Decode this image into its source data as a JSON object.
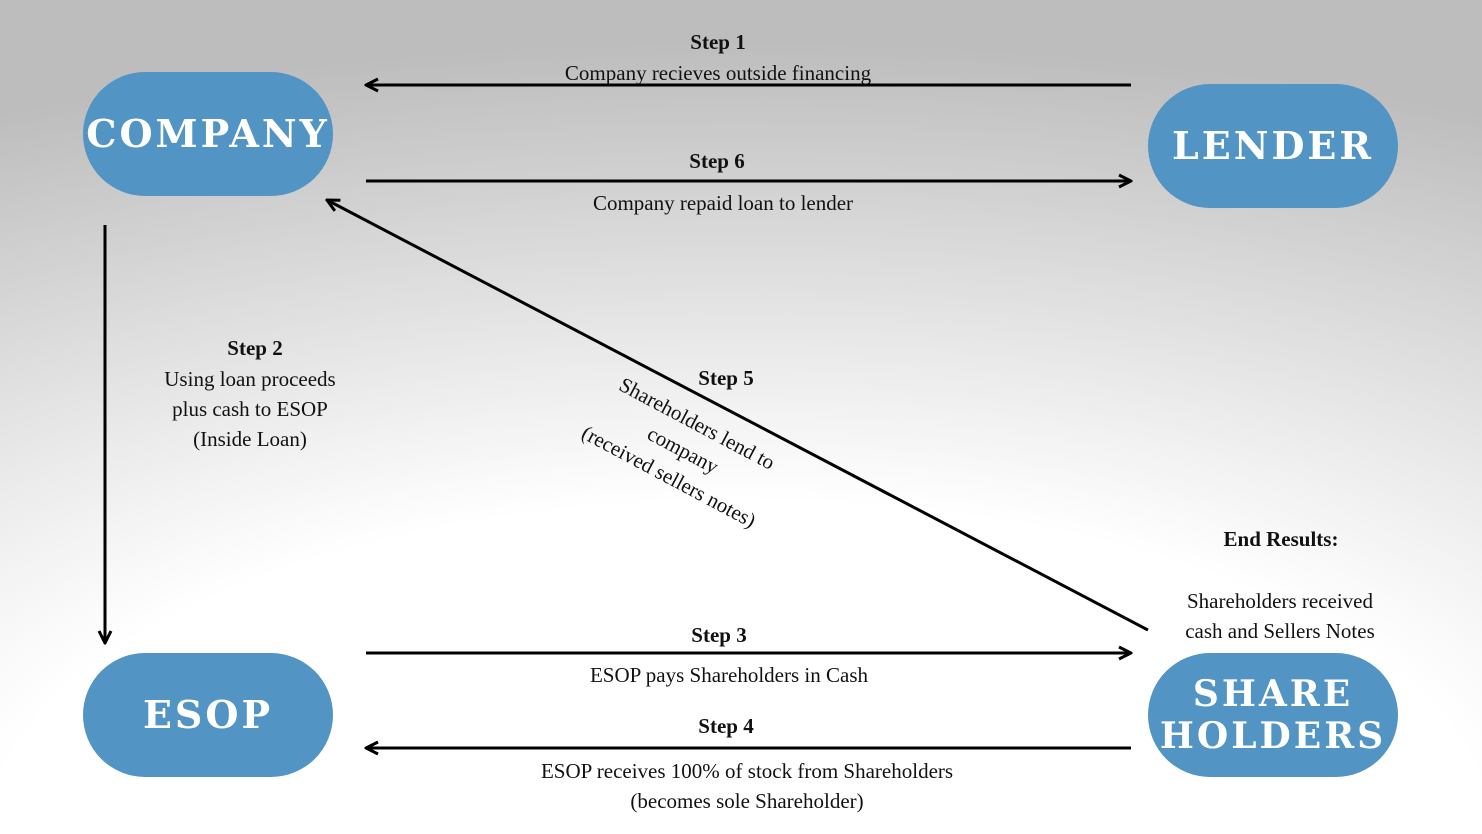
{
  "nodes": {
    "company": "COMPANY",
    "lender": "LENDER",
    "esop": "ESOP",
    "shareholders": "SHARE\nHOLDERS"
  },
  "steps": {
    "step1": {
      "label": "Step 1",
      "text": "Company recieves outside financing"
    },
    "step6": {
      "label": "Step 6",
      "text": "Company repaid loan to lender"
    },
    "step2": {
      "label": "Step 2",
      "text": "Using loan proceeds\nplus cash to ESOP\n(Inside Loan)"
    },
    "step5": {
      "label": "Step 5",
      "text": "Shareholders lend to\ncompany\n(received sellers notes)"
    },
    "step3": {
      "label": "Step 3",
      "text": "ESOP pays Shareholders in Cash"
    },
    "step4": {
      "label": "Step 4",
      "text": "ESOP receives 100% of stock from Shareholders\n(becomes sole Shareholder)"
    }
  },
  "end_results": {
    "title": "End Results:",
    "text": "Shareholders received\ncash and Sellers Notes"
  },
  "colors": {
    "node_fill": "#5294c3",
    "arrow": "#000000"
  }
}
